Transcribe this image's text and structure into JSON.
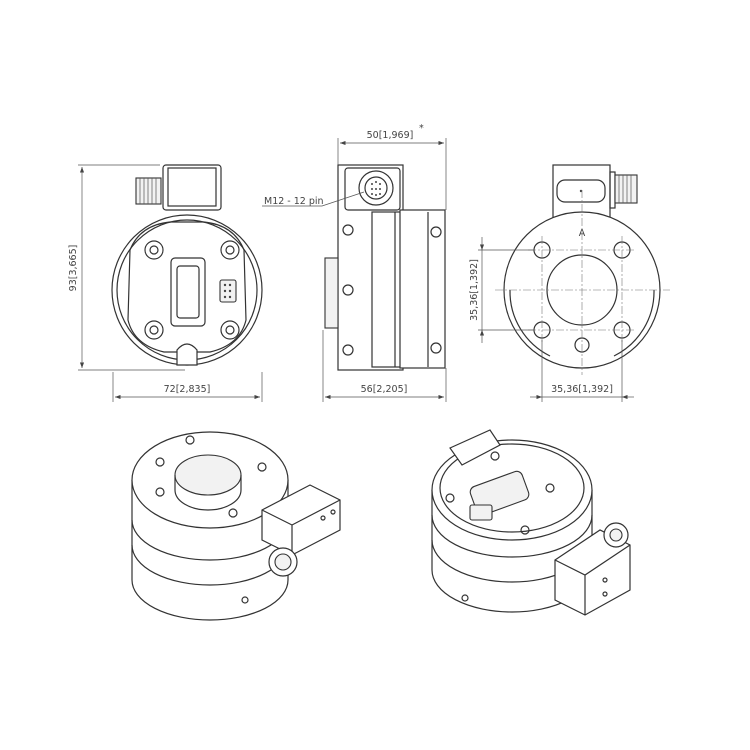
{
  "dimensions": {
    "front_height": "93[3,665]",
    "front_width": "72[2,835]",
    "side_depth_top": "50[1,969]",
    "side_depth_note": "*",
    "side_depth_bottom": "56[2,205]",
    "hole_spacing_vertical": "35,36[1,392]",
    "hole_spacing_horizontal": "35,36[1,392]"
  },
  "callouts": {
    "connector": "M12 - 12 pin",
    "orientation_mark": "A"
  }
}
